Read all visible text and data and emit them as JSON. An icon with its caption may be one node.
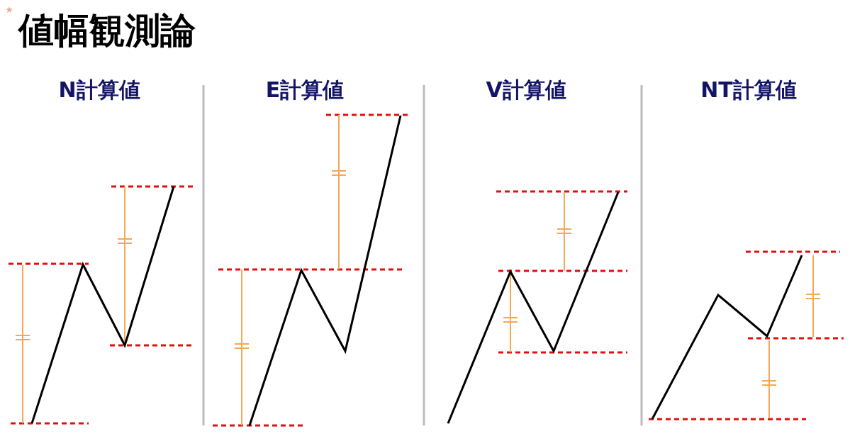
{
  "diagram": {
    "title": "値幅観測論",
    "labels": [
      "N計算値",
      "E計算値",
      "V計算値",
      "NT計算値"
    ]
  }
}
